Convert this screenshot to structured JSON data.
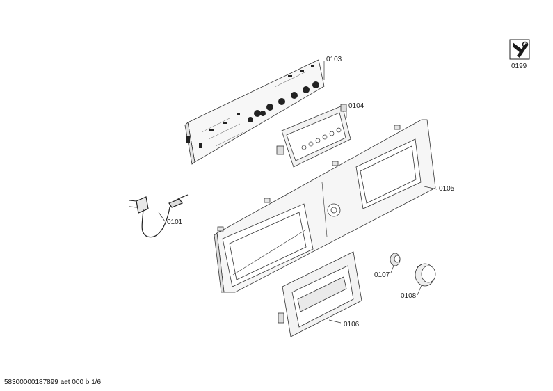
{
  "parts": {
    "p0101": "0101",
    "p0103": "0103",
    "p0104": "0104",
    "p0105": "0105",
    "p0106": "0106",
    "p0107": "0107",
    "p0108": "0108",
    "p0199": "0199"
  },
  "footer": {
    "doc_id": "58300000187899 aet 000 b 1/6"
  },
  "icons": {
    "tool_icon": "service-tool-icon"
  },
  "colors": {
    "line": "#333333",
    "fill_light": "#f4f4f4",
    "fill_mid": "#d9d9d9",
    "fill_dark": "#1a1a1a"
  }
}
